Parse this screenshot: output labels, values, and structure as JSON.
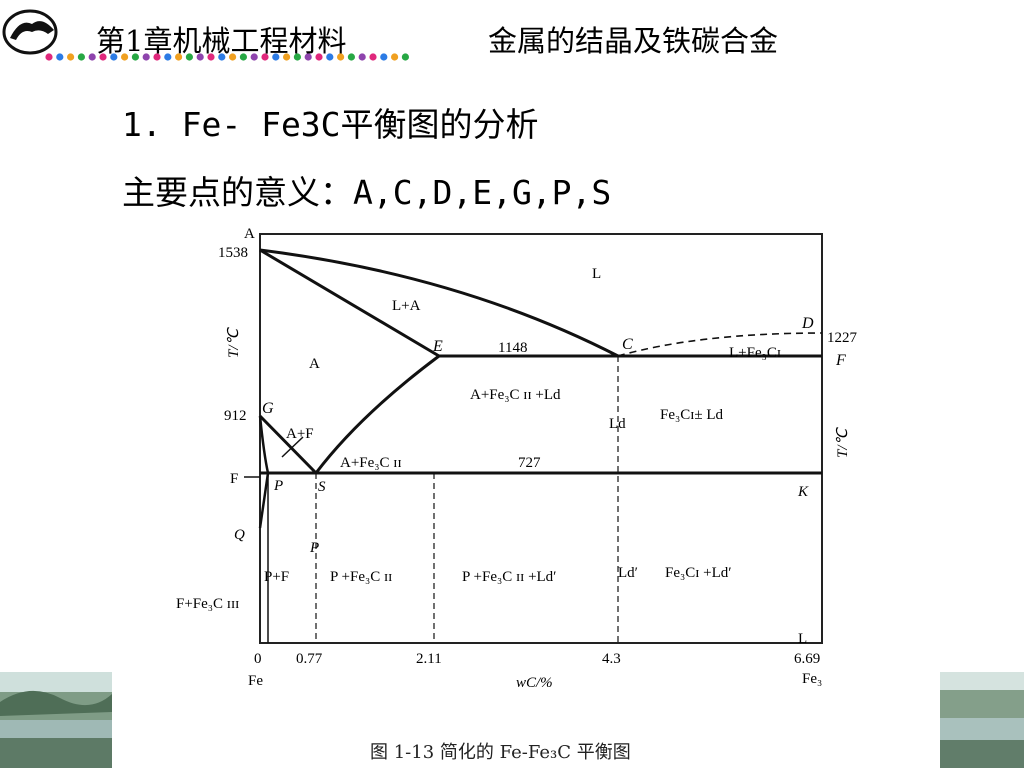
{
  "header": {
    "chapter": "第1章机械工程材料",
    "section": "金属的结晶及铁碳合金",
    "dot_colors": [
      "#e0287c",
      "#2c7be5",
      "#f0a020",
      "#27a844",
      "#8e44ad"
    ]
  },
  "slide": {
    "title_prefix": "1. Fe- Fe3C",
    "title_suffix": "平衡图的分析",
    "subtitle_prefix": "主要点的意义：",
    "subtitle_points": "A,C,D,E,G,P,S"
  },
  "diagram": {
    "caption": "图 1-13    简化的 Fe-Fe₃C 平衡图",
    "points": {
      "A": "A",
      "C": "C",
      "D": "D",
      "E": "E",
      "F": "F",
      "G": "G",
      "K": "K",
      "P": "P",
      "S": "S",
      "Q": "Q",
      "Pbelow": "P",
      "L_corner": "L"
    },
    "temps": {
      "t1538": "1538",
      "t1227": "1227",
      "t1148": "1148",
      "t912": "912",
      "t727": "727",
      "tF": "F"
    },
    "axis": {
      "ylabel_left": "T/℃",
      "ylabel_right": "T/℃",
      "xlabel": "wC/%",
      "x0": "0",
      "x077": "0.77",
      "x211": "2.11",
      "x43": "4.3",
      "x669": "6.69",
      "fe": "Fe",
      "fe3": "Fe₃"
    },
    "regions": {
      "L": "L",
      "LA": "L+A",
      "A": "A",
      "AF": "A+F",
      "LFe3CI": "L+Fe₃Cɪ",
      "AFe3CII_Ld": "A+Fe₃C ɪɪ +Ld",
      "Ld": "Ld",
      "Fe3CI_Ld": "Fe₃Cɪ± Ld",
      "AFe3CII": "A+Fe₃C ɪɪ",
      "PF": "P+F",
      "PFe3CII": "P +Fe₃C ɪɪ",
      "PFe3CII_Ldp": "P +Fe₃C ɪɪ +Ld′",
      "Ldp": "Ld′",
      "Fe3CI_Ldp": "Fe₃Cɪ +Ld′",
      "FFe3CIII": "F+Fe₃C ɪɪɪ"
    }
  }
}
